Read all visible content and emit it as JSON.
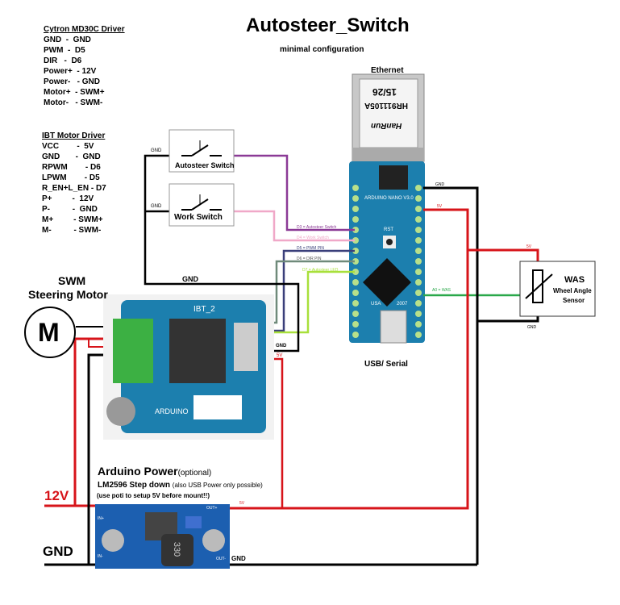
{
  "title": "Autosteer_Switch",
  "subtitle": "minimal configuration",
  "cytron": {
    "heading": "Cytron MD30C Driver",
    "rows": [
      "GND  -  GND",
      "PWM  -  D5",
      "DIR   -  D6",
      "Power+  - 12V",
      "Power-   - GND",
      "Motor+  - SWM+",
      "Motor-   - SWM-"
    ]
  },
  "ibt": {
    "heading": "IBT Motor Driver",
    "rows": [
      "VCC        -  5V",
      "GND       -  GND",
      "RPWM        - D6",
      "LPWM        - D5",
      "R_EN+L_EN - D7",
      "P+         -  12V",
      "P-          -  GND",
      "M+         - SWM+",
      "M-          - SWM-"
    ]
  },
  "switches": {
    "autosteer": "Autosteer Switch",
    "work": "Work Switch",
    "gnd1": "GND",
    "gnd2": "GND"
  },
  "ethernet": {
    "label": "Ethernet",
    "chip": "HR911105A",
    "code": "15/26",
    "brand": "HanRun"
  },
  "arduino": {
    "label": "ARDUINO NANO V3.0",
    "rst": "RST",
    "usa": "USA",
    "year": "2007",
    "usb_label": "USB/ Serial"
  },
  "wires": {
    "d3": "D3 = Autosteer Switch",
    "d4": "D4 = Work Switch",
    "d5": "D5 = PWM PIN",
    "d6": "D6 = DIR PIN",
    "d7": "D7 = Autosteer LED",
    "a0": "A0 = WAS",
    "gnd_top": "GND",
    "v5_top": "5V",
    "v5_was": "5V",
    "gnd_was": "GND",
    "gnd_mid": "GND",
    "gnd_motor": "GND",
    "v5_motor": "5V",
    "v5_out": "5V",
    "gnd_out": "GND"
  },
  "was": {
    "title": "WAS",
    "line1": "Wheel Angle",
    "line2": "Sensor"
  },
  "motor": {
    "title": "SWM",
    "subtitle": "Steering Motor",
    "symbol": "M"
  },
  "motor_driver": {
    "label": "IBT_2",
    "brand": "ARDUINO"
  },
  "power": {
    "title": "Arduino Power",
    "optional": "(optional)",
    "part": "LM2596 Step down",
    "note": "(also USB Power only possible)",
    "warning": "(use poti to setup 5V before mount!!)",
    "in_plus": "IN+",
    "in_minus": "IN-",
    "out_plus": "OUT+",
    "out_minus": "OUT-",
    "inductor": "330"
  },
  "supply": {
    "v12": "12V",
    "gnd": "GND"
  },
  "colors": {
    "red": "#d7141a",
    "black": "#000000",
    "purple": "#8b3a96",
    "pink": "#f0a8c8",
    "navy": "#3a3f7a",
    "gray": "#6f8a7a",
    "lime": "#a8e03a",
    "green": "#2aa84a",
    "board": "#1c7fae"
  }
}
